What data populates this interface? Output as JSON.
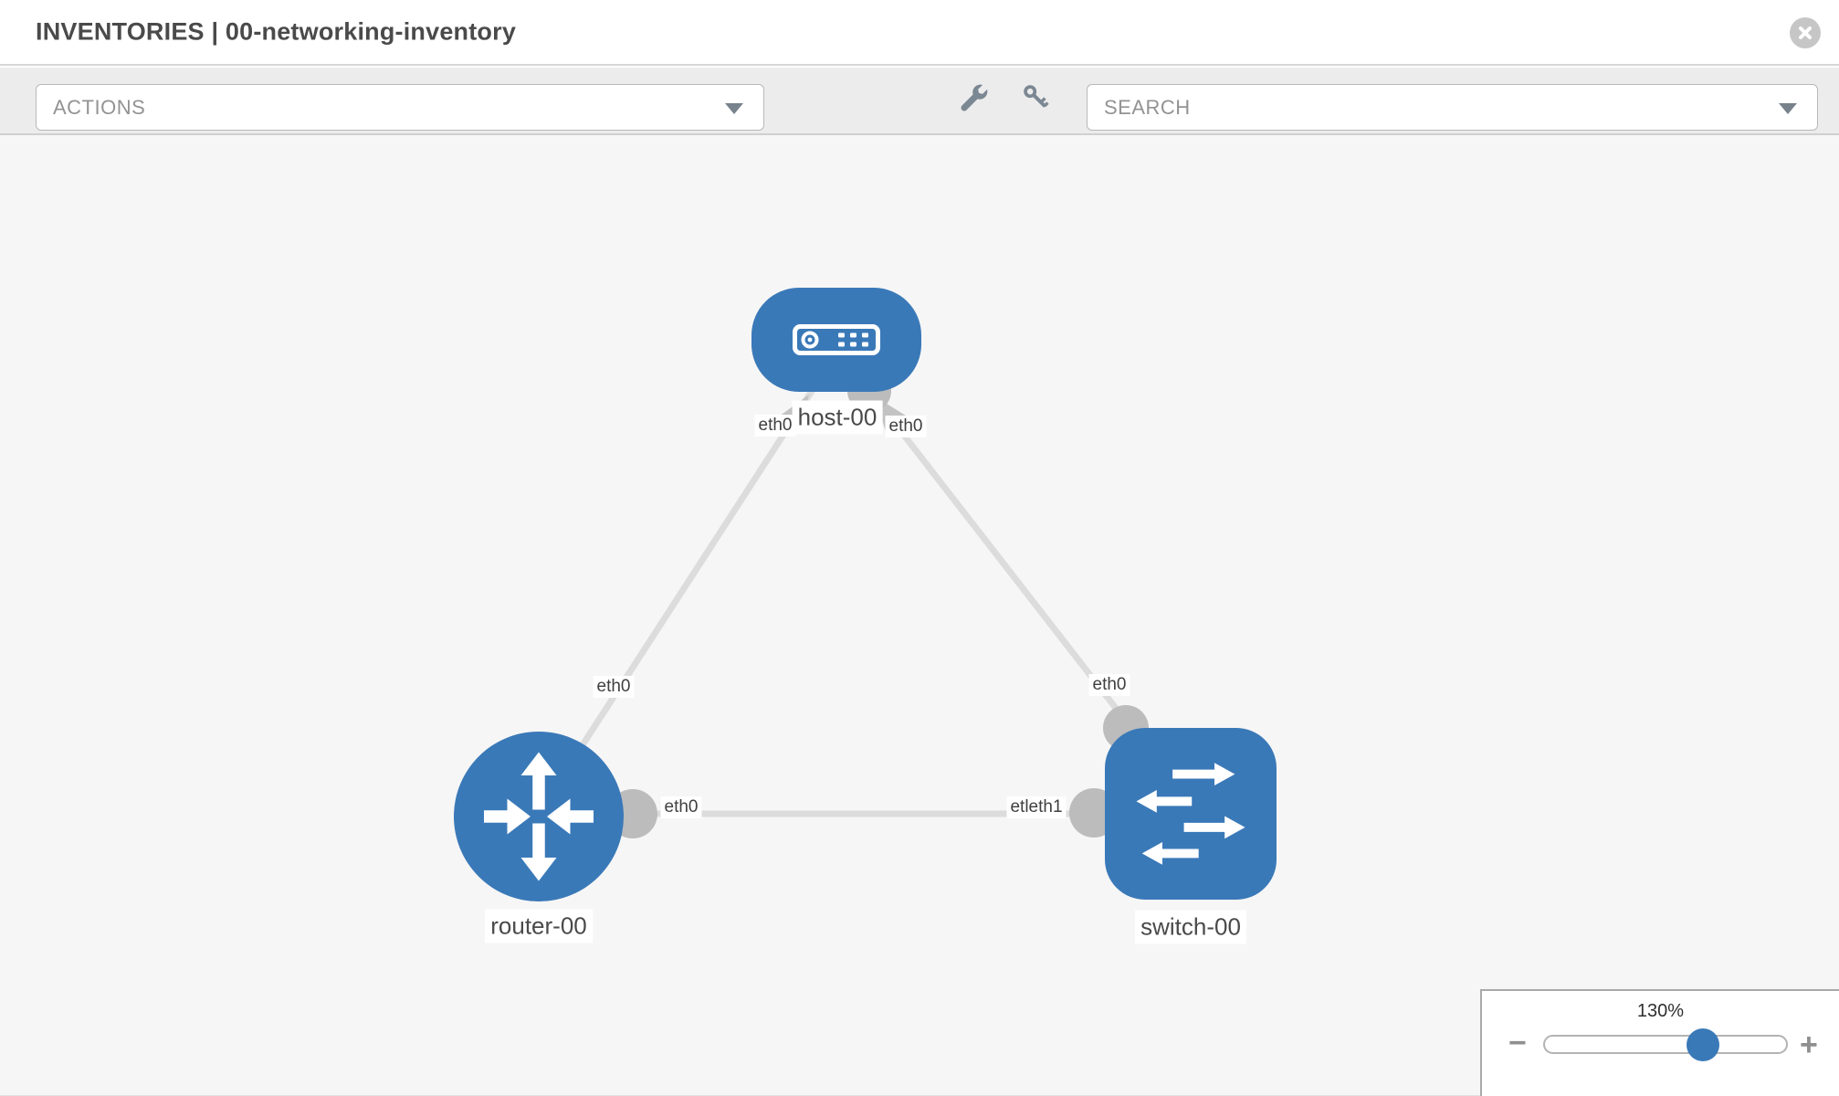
{
  "header": {
    "title": "INVENTORIES | 00-networking-inventory"
  },
  "toolbar": {
    "actions_dropdown": {
      "placeholder": "ACTIONS"
    },
    "search_dropdown": {
      "placeholder": "SEARCH"
    },
    "tools": [
      {
        "icon": "wrench-icon"
      },
      {
        "icon": "key-icon"
      }
    ]
  },
  "canvas": {
    "nodes": [
      {
        "id": "host-00",
        "label": "host-00",
        "type": "host"
      },
      {
        "id": "router-00",
        "label": "router-00",
        "type": "router"
      },
      {
        "id": "switch-00",
        "label": "switch-00",
        "type": "switch"
      }
    ],
    "links": [
      {
        "from": "host-00",
        "to": "router-00"
      },
      {
        "from": "host-00",
        "to": "switch-00"
      },
      {
        "from": "router-00",
        "to": "switch-00"
      }
    ],
    "interface_labels": [
      {
        "text": "eth0"
      },
      {
        "text": "eth0"
      },
      {
        "text": "eth0"
      },
      {
        "text": "eth0"
      },
      {
        "text": "eth0"
      },
      {
        "text": "etleth1"
      }
    ]
  },
  "zoom_panel": {
    "level": "130%",
    "minus": "−",
    "plus": "+"
  },
  "colors": {
    "node_blue": "#3a79b8",
    "link_gray": "#dcdcdc",
    "connector_gray": "#bcbcbc",
    "canvas_bg": "#f6f6f6",
    "toolbar_bg": "#ececec",
    "icon_gray": "#7b8792",
    "text_dark": "#4d4d4d",
    "placeholder_gray": "#939393"
  }
}
